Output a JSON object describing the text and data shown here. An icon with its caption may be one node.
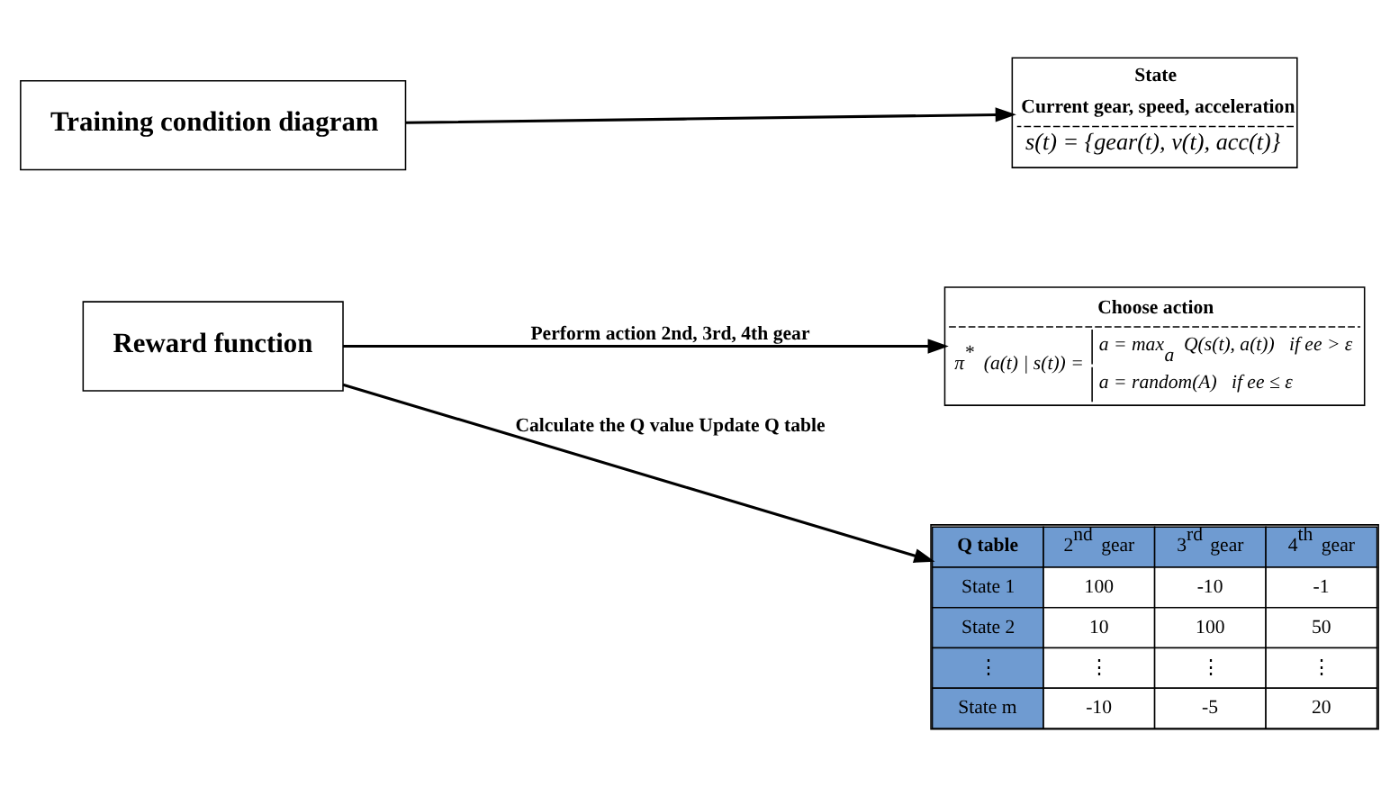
{
  "diagram": {
    "nodes": [
      {
        "text": [
          "Training condition diagram"
        ]
      },
      {
        "text": [
          "State",
          "Current gear, speed, acceleration",
          "s(t) = {gear(t), v(t), acc(t)}"
        ]
      },
      {
        "text": [
          "Reward function"
        ]
      },
      {
        "text": [
          "Choose action",
          "π$^{*}$(a(t) | s(t)) =",
          "a = max$_{a}$ Q(s(t), a(t))   if ee > ε",
          "a = random(A)   if ee ≤ ε"
        ]
      },
      {
        "text": [
          "Q table",
          "2$^{nd}$ gear",
          "3$^{rd}$ gear",
          "4$^{th}$ gear",
          "State 1",
          "100",
          "-10",
          "-1",
          "State 2",
          "10",
          "100",
          "50",
          "⋮",
          "⋮",
          "⋮",
          "⋮",
          "State m",
          "-10",
          "-5",
          "20"
        ]
      }
    ],
    "edges": [
      {
        "from": 0,
        "to": 1,
        "arrow": "to"
      },
      {
        "from": 2,
        "to": 3,
        "arrow": "to",
        "label": "Perform action 2nd, 3rd, 4th gear"
      },
      {
        "from": 2,
        "to": 4,
        "arrow": "to",
        "label": "Calculate the Q value Update Q table"
      }
    ]
  }
}
